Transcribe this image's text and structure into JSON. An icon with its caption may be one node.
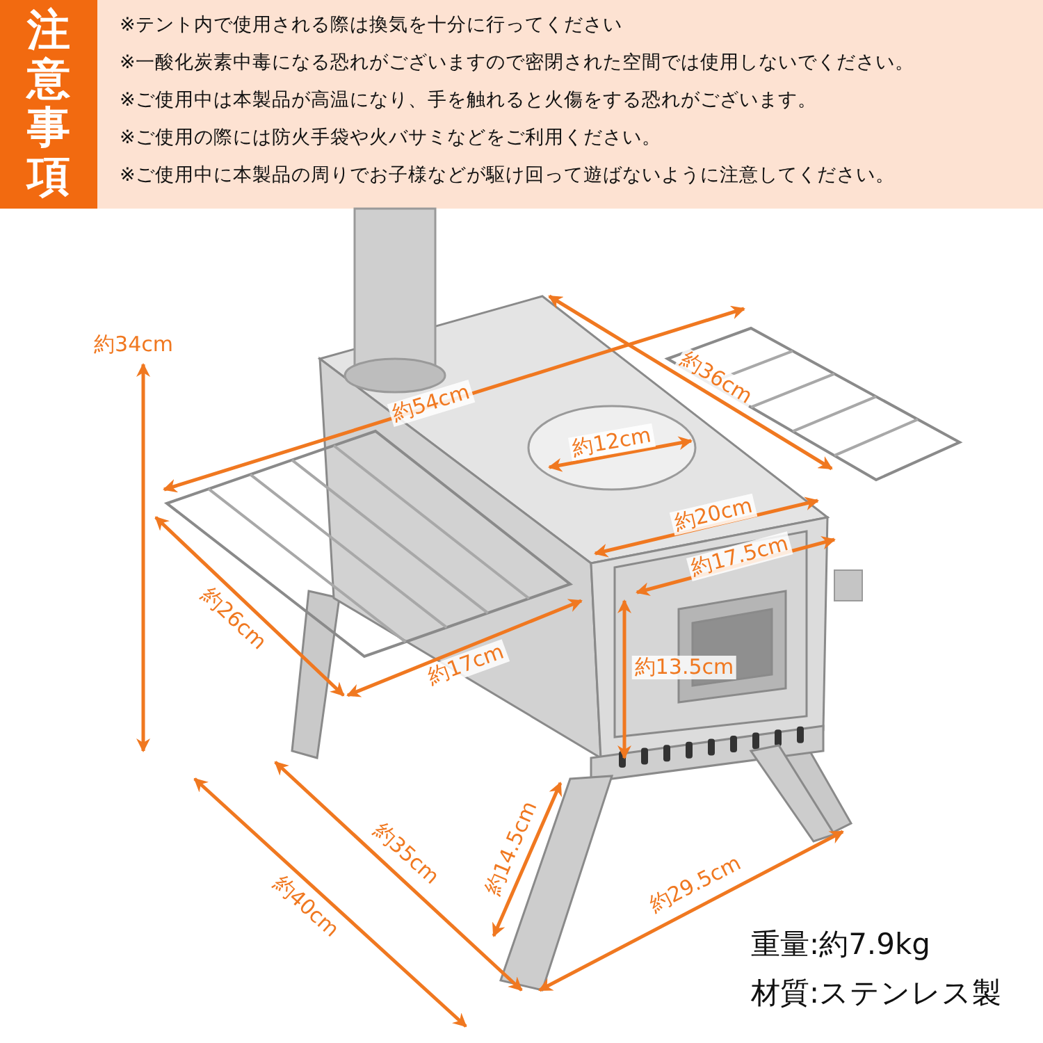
{
  "diagram": {
    "title": "注意事項",
    "labels": [
      "※テント内で使用される際は換気を十分に行ってください",
      "※一酸化炭素中毒になる恐れがございますので密閉された空間では使用しないでください。",
      "※ご使用中は本製品が高温になり、手を触れると火傷をする恐れがございます。",
      "※ご使用の際には防火手袋や火バサミなどをご利用ください。",
      "※ご使用中に本製品の周りでお子様などが駆け回って遊ばないように注意してください。",
      "約34cm",
      "約54cm",
      "約36cm",
      "約12cm",
      "約20cm",
      "約17.5cm",
      "約26cm",
      "約17cm",
      "約13.5cm",
      "約14.5cm",
      "約35cm",
      "約40cm",
      "約29.5cm",
      "重量:約7.9kg",
      "材質:ステンレス製"
    ]
  }
}
